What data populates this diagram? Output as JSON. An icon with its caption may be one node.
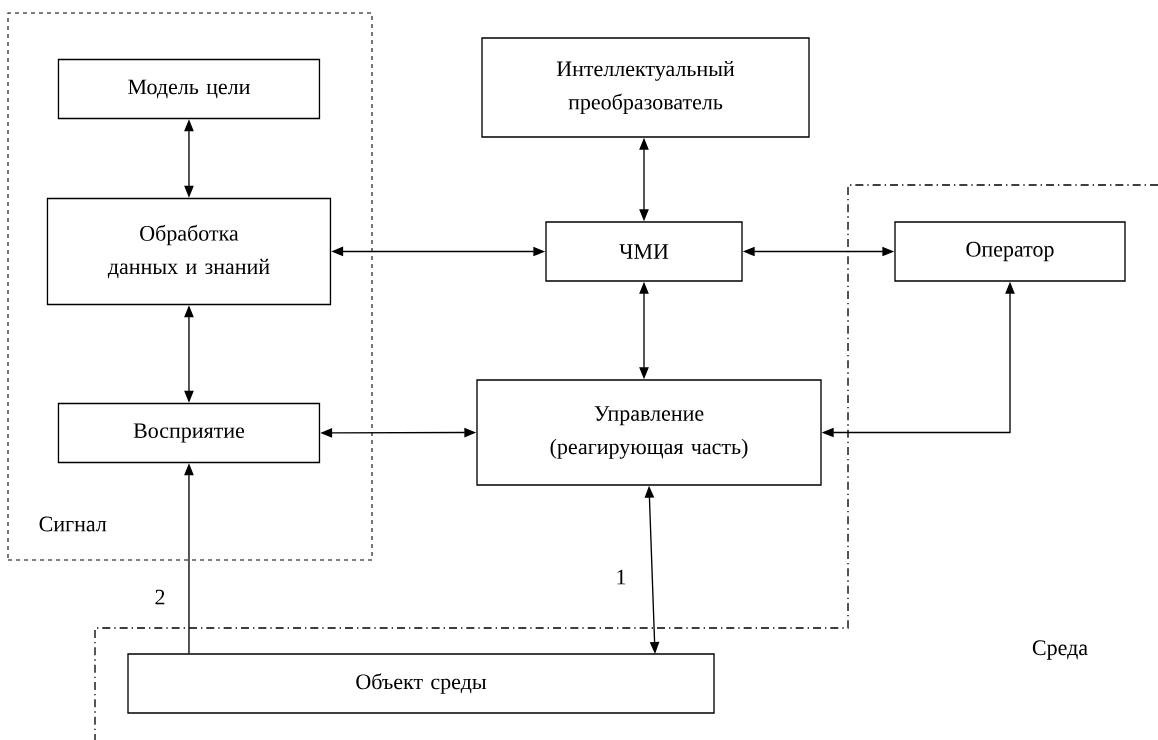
{
  "diagram": {
    "nodes": [
      {
        "text": [
          "Сигнал"
        ]
      },
      {
        "text": [
          "Модель цели"
        ],
        "in": 0
      },
      {
        "text": [
          "Обработка данных и знаний"
        ],
        "in": 0
      },
      {
        "text": [
          "Восприятие"
        ],
        "in": 0
      },
      {
        "text": [
          "Интеллектуальный преобразователь"
        ]
      },
      {
        "text": [
          "ЧМИ"
        ]
      },
      {
        "text": [
          "Оператор"
        ]
      },
      {
        "text": [
          "Управление (реагирующая часть)"
        ]
      },
      {
        "text": [
          "Объект среды"
        ]
      }
    ],
    "edges": [
      {
        "from": 1,
        "to": 2,
        "arrow": "both"
      },
      {
        "from": 2,
        "to": 3,
        "arrow": "both"
      },
      {
        "from": 2,
        "to": 5,
        "arrow": "both"
      },
      {
        "from": 4,
        "to": 5,
        "arrow": "both"
      },
      {
        "from": 5,
        "to": 6,
        "arrow": "both"
      },
      {
        "from": 5,
        "to": 7,
        "arrow": "both"
      },
      {
        "from": 3,
        "to": 7,
        "arrow": "both"
      },
      {
        "from": 6,
        "to": 7,
        "arrow": "both"
      },
      {
        "from": 7,
        "to": 8,
        "arrow": "both",
        "label": "1"
      },
      {
        "from": 8,
        "to": 3,
        "arrow": "to",
        "label": "2"
      }
    ],
    "labels": [
      "Среда"
    ]
  }
}
